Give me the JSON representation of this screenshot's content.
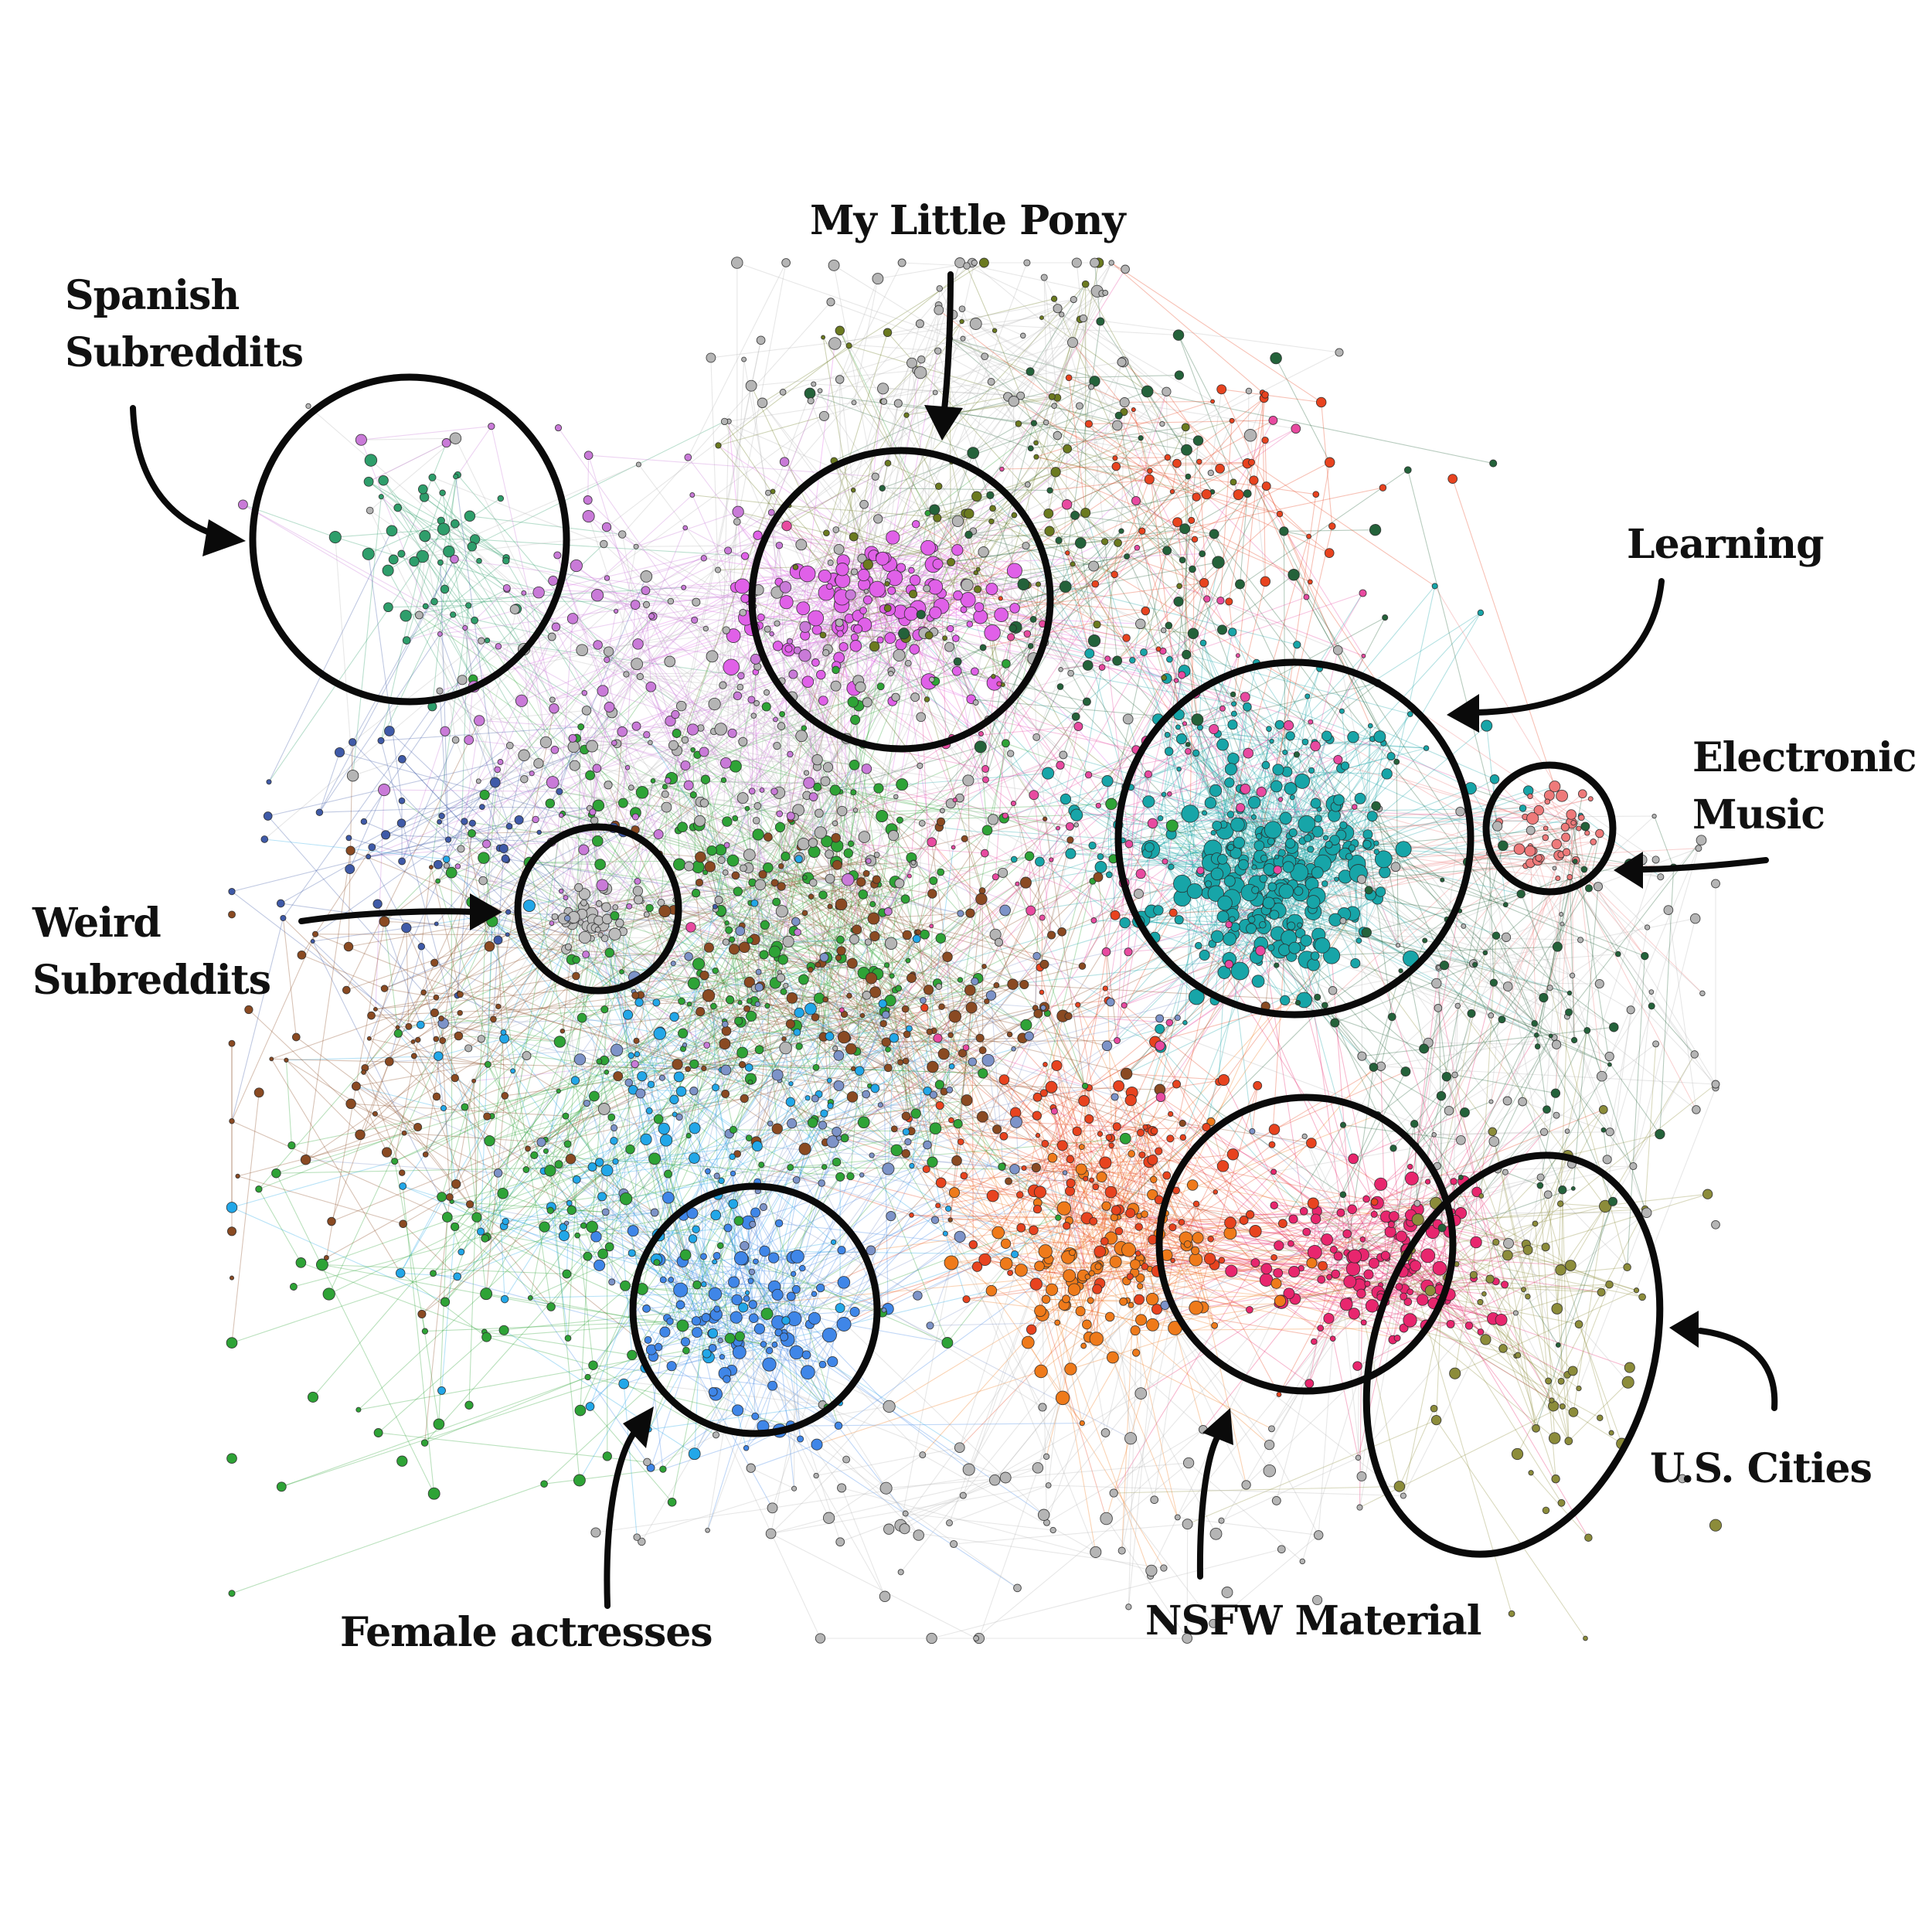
{
  "figure": {
    "background": "#ffffff",
    "ink": "#0a0a0a"
  },
  "annotations": [
    {
      "id": "spanish",
      "lines": [
        "Spanish",
        "Subreddits"
      ]
    },
    {
      "id": "pony",
      "lines": [
        "My Little Pony"
      ]
    },
    {
      "id": "learning",
      "lines": [
        "Learning"
      ]
    },
    {
      "id": "electronic",
      "lines": [
        "Electronic",
        "Music"
      ]
    },
    {
      "id": "weird",
      "lines": [
        "Weird",
        "Subreddits"
      ]
    },
    {
      "id": "actresses",
      "lines": [
        "Female actresses"
      ]
    },
    {
      "id": "nsfw",
      "lines": [
        "NSFW Material"
      ]
    },
    {
      "id": "cities",
      "lines": [
        "U.S. Cities"
      ]
    }
  ],
  "clusters": [
    {
      "id": "spanish",
      "color": "#2e9e6b"
    },
    {
      "id": "pony",
      "color": "#e060e8"
    },
    {
      "id": "learning",
      "color": "#17a5a8"
    },
    {
      "id": "electronic",
      "color": "#ee7a7a"
    },
    {
      "id": "weird",
      "color": "#bdbdbd"
    },
    {
      "id": "actresses",
      "color": "#3f86e8"
    },
    {
      "id": "nsfw",
      "color": "#e8266e"
    },
    {
      "id": "cities",
      "color": "#8c8c3a"
    },
    {
      "id": "orange",
      "color": "#ef7a1a"
    },
    {
      "id": "red",
      "color": "#e8431f"
    },
    {
      "id": "green",
      "color": "#2ea336"
    },
    {
      "id": "brown",
      "color": "#8a4a22"
    },
    {
      "id": "grey",
      "color": "#b5b5b5"
    },
    {
      "id": "purple",
      "color": "#c97ad8"
    },
    {
      "id": "navy",
      "color": "#3f5aa8"
    },
    {
      "id": "skyblue",
      "color": "#22a7e8"
    },
    {
      "id": "olive",
      "color": "#6b7a1f"
    },
    {
      "id": "darkgreen",
      "color": "#24623a"
    },
    {
      "id": "steel",
      "color": "#7d93c8"
    },
    {
      "id": "pink",
      "color": "#e84aa0"
    }
  ]
}
